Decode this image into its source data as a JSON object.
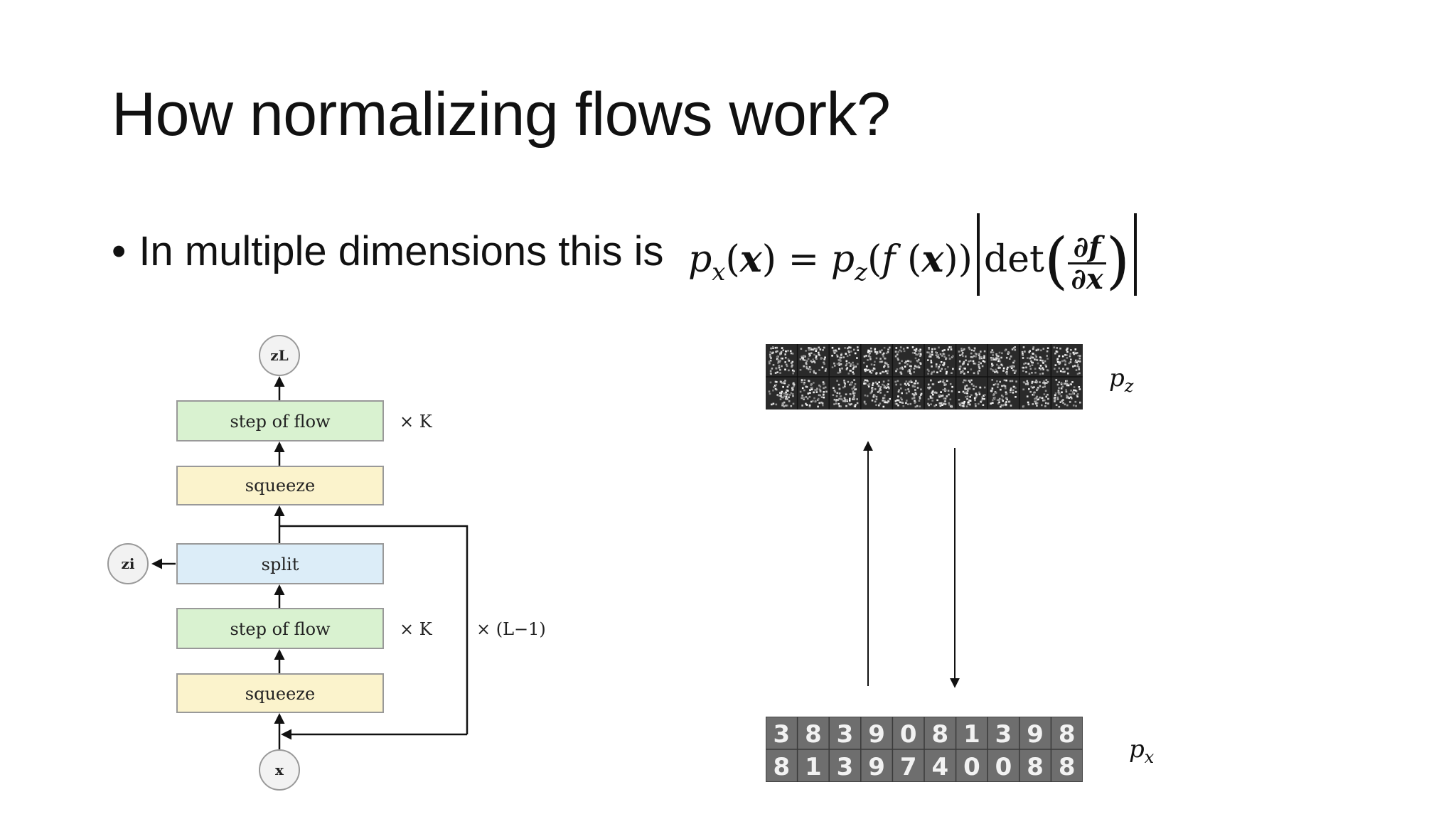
{
  "slide": {
    "title": "How normalizing flows work?",
    "bullet_text": "In multiple dimensions this is",
    "bullet_symbol": "•"
  },
  "equation": {
    "lhs_p": "p",
    "lhs_sub": "x",
    "lhs_arg": "(",
    "lhs_x": "x",
    "lhs_close": ")",
    "equals": " = ",
    "rhs_p": "p",
    "rhs_sub": "z",
    "rhs_open": "(",
    "rhs_f": "f",
    "rhs_open2": " (",
    "rhs_x": "x",
    "rhs_close": "))",
    "det": "det",
    "frac_num": "∂f",
    "frac_den": "∂x"
  },
  "diagram": {
    "boxes": [
      {
        "label": "step of flow",
        "color": "#d9f2d0"
      },
      {
        "label": "squeeze",
        "color": "#fbf3cc"
      },
      {
        "label": "split",
        "color": "#dcedf8"
      },
      {
        "label": "step of flow",
        "color": "#d9f2d0"
      },
      {
        "label": "squeeze",
        "color": "#fbf3cc"
      }
    ],
    "nodes": {
      "top": "zL",
      "side": "zi",
      "bottom": "x"
    },
    "repeat_labels": [
      "× K",
      "× K",
      "× (L−1)"
    ]
  },
  "right_panel": {
    "latent_label_p": "p",
    "latent_label_sub": "z",
    "data_label_p": "p",
    "data_label_sub": "x",
    "digits_row1": [
      "3",
      "8",
      "3",
      "9",
      "0",
      "8",
      "1",
      "3",
      "9",
      "8"
    ],
    "digits_row2": [
      "8",
      "1",
      "3",
      "9",
      "7",
      "4",
      "0",
      "0",
      "8",
      "8"
    ]
  }
}
